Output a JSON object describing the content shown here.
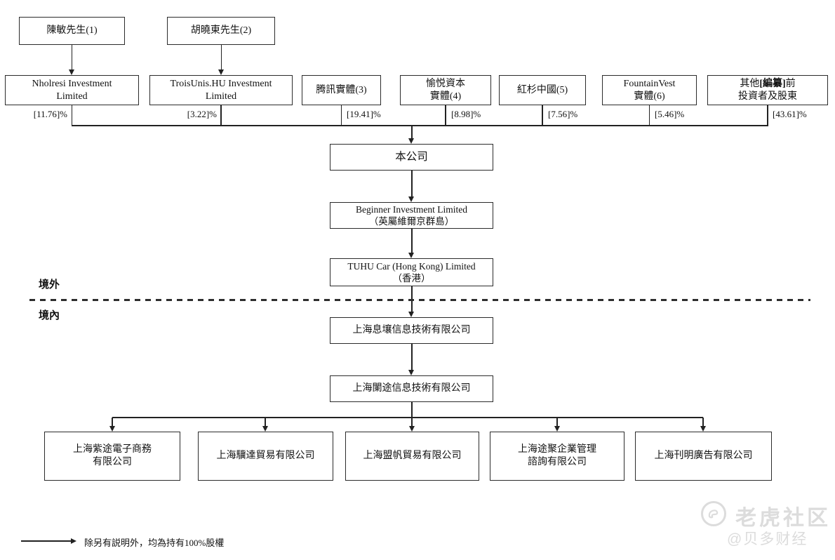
{
  "diagram": {
    "persons": [
      {
        "label": "陳敏先生(1)"
      },
      {
        "label": "胡曉東先生(2)"
      }
    ],
    "shareholders": [
      {
        "name": "Nholresi Investment\nLimited",
        "pct": "[11.76]%"
      },
      {
        "name": "TroisUnis.HU Investment\nLimited",
        "pct": "[3.22]%"
      },
      {
        "name": "腾訊實體(3)",
        "pct": "[19.41]%"
      },
      {
        "name": "愉悦資本\n實體(4)",
        "pct": "[8.98]%"
      },
      {
        "name": "紅杉中國(5)",
        "pct": "[7.56]%"
      },
      {
        "name": "FountainVest\n實體(6)",
        "pct": "[5.46]%"
      },
      {
        "name_prefix": "其他",
        "name_redacted": "[編纂]",
        "name_suffix": "前",
        "name_line2": "投資者及股東",
        "pct": "[43.61]%"
      }
    ],
    "company": {
      "label": "本公司"
    },
    "chain": [
      {
        "label": "Beginner Investment Limited\n（英屬維爾京群島）"
      },
      {
        "label": "TUHU Car (Hong Kong) Limited\n（香港）"
      },
      {
        "label": "上海息壤信息技術有限公司"
      },
      {
        "label": "上海闌途信息技術有限公司"
      }
    ],
    "regions": {
      "offshore": "境外",
      "onshore": "境內"
    },
    "subsidiaries": [
      {
        "label": "上海紫途電子商務\n有限公司"
      },
      {
        "label": "上海驥達貿易有限公司"
      },
      {
        "label": "上海盟帆貿易有限公司"
      },
      {
        "label": "上海途聚企業管理\n諮詢有限公司"
      },
      {
        "label": "上海刊明廣告有限公司"
      }
    ],
    "legend": {
      "note": "除另有説明外，均為持有100%股權"
    },
    "watermark": {
      "brand": "老虎社区",
      "handle": "@贝多财经"
    },
    "colors": {
      "line": "#222222",
      "text": "#111111",
      "watermark": "#dcdcdc"
    }
  }
}
